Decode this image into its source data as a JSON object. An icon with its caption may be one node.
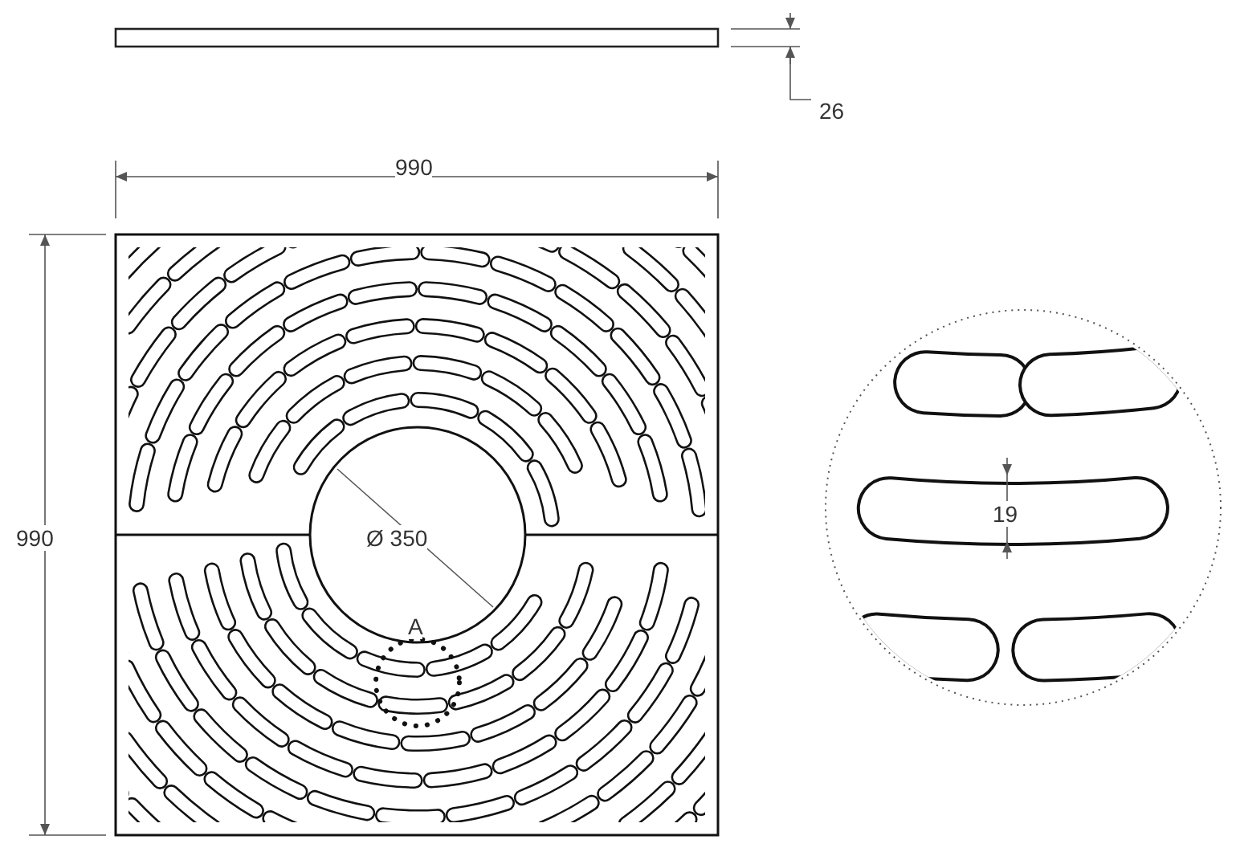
{
  "diagram": {
    "labels": [
      "26",
      "990",
      "990",
      "Ø 350",
      "19",
      "A"
    ]
  }
}
